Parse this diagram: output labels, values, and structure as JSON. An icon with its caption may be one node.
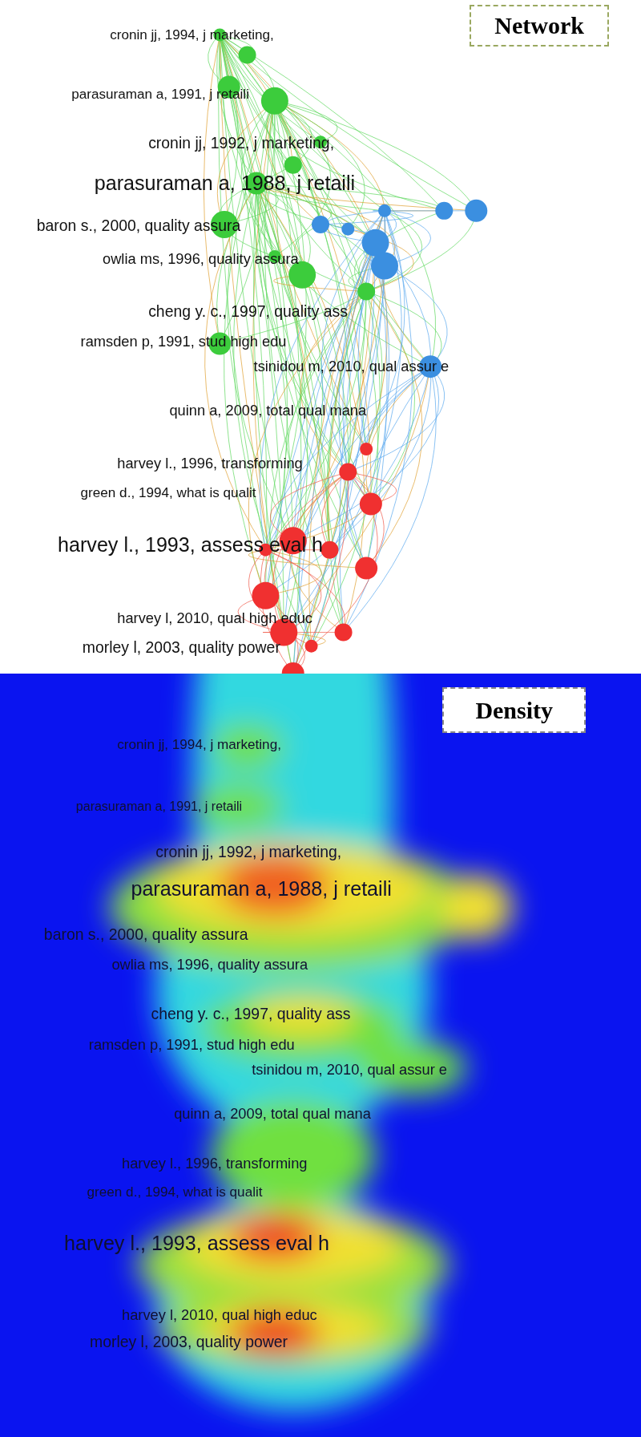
{
  "diagram": {
    "labels": [
      "Network",
      "cronin jj, 1994, j marketing,",
      "parasuraman a, 1991, j retaili",
      "cronin jj, 1992, j marketing,",
      "parasuraman a, 1988, j retaili",
      "baron s., 2000, quality assura",
      "owlia ms, 1996, quality assura",
      "cheng y. c., 1997, quality ass",
      "ramsden p, 1991, stud high edu",
      "tsinidou m, 2010, qual assur e",
      "quinn a, 2009, total qual mana",
      "harvey l., 1996, transforming",
      "green d., 1994, what is qualit",
      "harvey l., 1993, assess eval h",
      "harvey l, 2010, qual high educ",
      "morley l, 2003, quality power",
      "Density",
      "cronin jj, 1994, j marketing,",
      "parasuraman a, 1991, j retaili",
      "cronin jj, 1992, j marketing,",
      "parasuraman a, 1988, j retaili",
      "baron s., 2000, quality assura",
      "owlia ms, 1996, quality assura",
      "cheng y. c., 1997, quality ass",
      "ramsden p, 1991, stud high edu",
      "tsinidou m, 2010, qual assur e",
      "quinn a, 2009, total qual mana",
      "harvey l., 1996, transforming",
      "green d., 1994, what is qualit",
      "harvey l., 1993, assess eval h",
      "harvey l, 2010, qual high educ",
      "morley l, 2003, quality power"
    ]
  }
}
